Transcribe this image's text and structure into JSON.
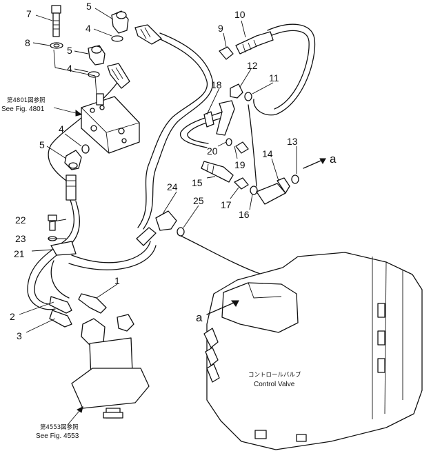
{
  "diagram": {
    "callouts": {
      "c1": "1",
      "c2": "2",
      "c3": "3",
      "c4a": "4",
      "c4b": "4",
      "c4c": "4",
      "c5a": "5",
      "c5b": "5",
      "c5c": "5",
      "c7": "7",
      "c8": "8",
      "c9": "9",
      "c10": "10",
      "c11": "11",
      "c12": "12",
      "c13": "13",
      "c14": "14",
      "c15": "15",
      "c16": "16",
      "c17": "17",
      "c18": "18",
      "c19": "19",
      "c20": "20",
      "c21": "21",
      "c22": "22",
      "c23": "23",
      "c24": "24",
      "c25": "25"
    },
    "connection_label": "a",
    "notes": {
      "fig4801_jp": "第4801図参照",
      "fig4801_en": "See Fig. 4801",
      "fig4553_jp": "第4553図参照",
      "fig4553_en": "See Fig. 4553",
      "control_valve_jp": "コントロールバルブ",
      "control_valve_en": "Control Valve"
    }
  }
}
